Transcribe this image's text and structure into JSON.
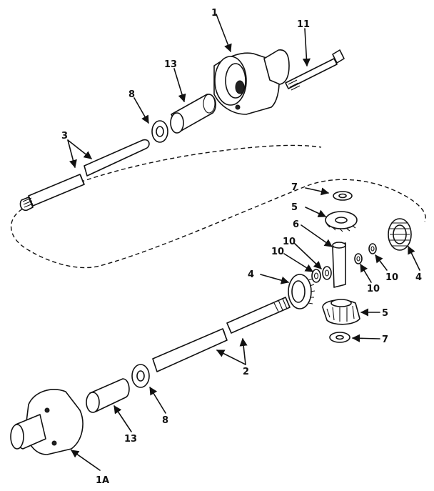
{
  "callouts": {
    "c1": "1",
    "c11": "11",
    "c13_top": "13",
    "c8_top": "8",
    "c3": "3",
    "c7_top": "7",
    "c5_top": "5",
    "c6": "6",
    "c10_a": "10",
    "c10_b": "10",
    "c10_c": "10",
    "c10_d": "10",
    "c4_right": "4",
    "c4_left": "4",
    "c5_bottom": "5",
    "c7_bottom": "7",
    "c2": "2",
    "c8_bottom": "8",
    "c13_bottom": "13",
    "c1a": "1A"
  }
}
